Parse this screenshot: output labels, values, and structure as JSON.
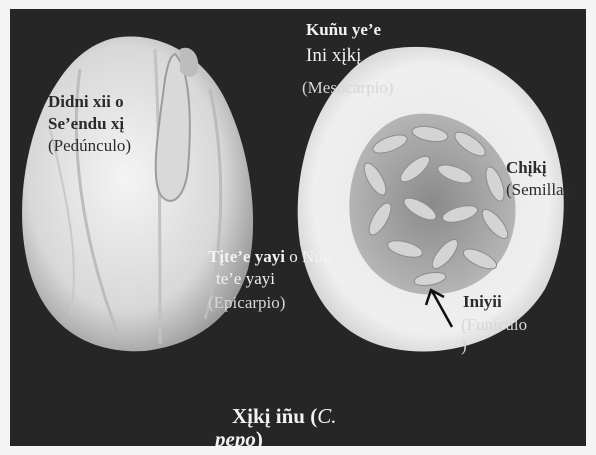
{
  "labels": {
    "peduncle_name_line1": "Didni xii o",
    "peduncle_name_line2": "Se’endu xį",
    "peduncle_term": "(Pedúnculo)",
    "mesocarp_name_bold": "Kuñu ye’e",
    "mesocarp_name_line2": "Ini xįkį",
    "mesocarp_term": "(Mesocarpio)",
    "seed_name": "Chįkį",
    "seed_term": "(Semilla)",
    "epicarp_name_bold": "Tįte’e yayi",
    "epicarp_name_rest": " o Nuu",
    "epicarp_name_line2": "te’e yayi",
    "epicarp_term": "(Epicarpio)",
    "funicle_name": "Iniyii",
    "funicle_term_line1": "(Funículo",
    "funicle_term_line2": ")",
    "caption_main": "Xįkį iñu (",
    "caption_sci_line1": "C.",
    "caption_close": ")",
    "caption_sci_line2": "pepo"
  },
  "colors": {
    "background": "#262626",
    "frame": "#f4f4f4",
    "fruit_white": "#ececec",
    "seed": "#cfcfcf"
  }
}
